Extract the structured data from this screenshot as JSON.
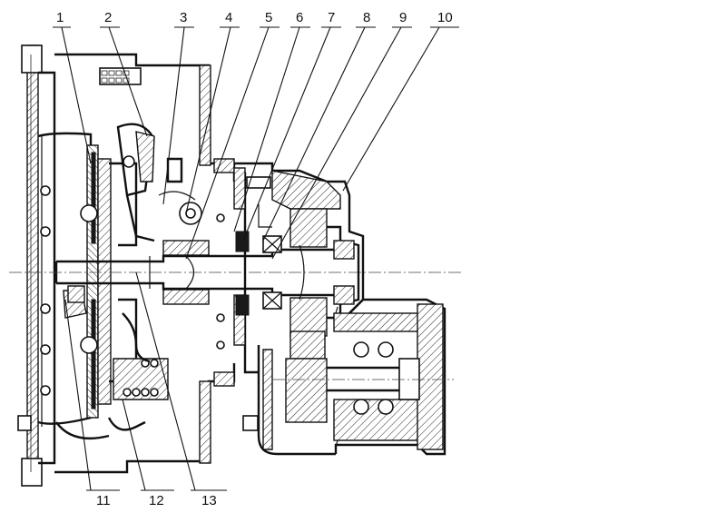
{
  "callouts": {
    "top": [
      "1",
      "2",
      "3",
      "4",
      "5",
      "6",
      "7",
      "8",
      "9",
      "10"
    ],
    "bottom": [
      "11",
      "12",
      "13"
    ]
  },
  "line_color": "#111111",
  "background": "#ffffff"
}
